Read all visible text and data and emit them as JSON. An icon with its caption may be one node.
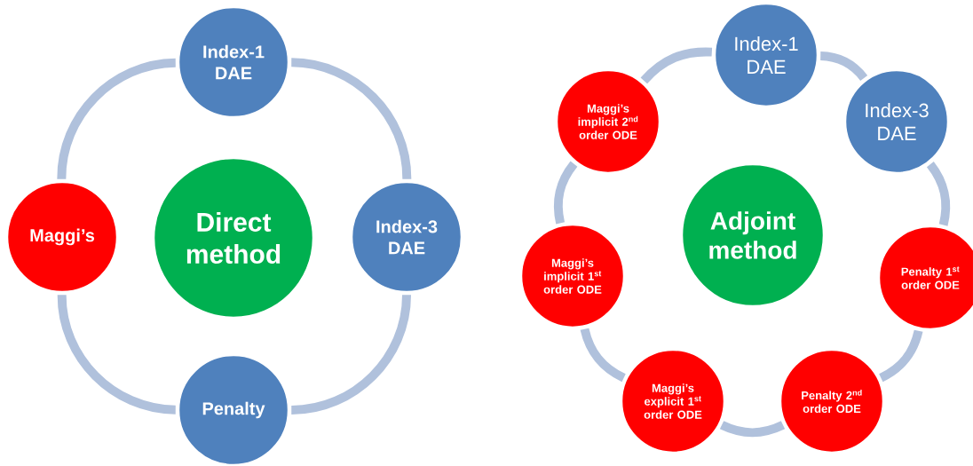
{
  "diagram": {
    "nodes": [
      {
        "text": [
          "Direct method"
        ]
      },
      {
        "text": [
          "Index-1 DAE"
        ]
      },
      {
        "text": [
          "Index-3 DAE"
        ]
      },
      {
        "text": [
          "Penalty"
        ]
      },
      {
        "text": [
          "Maggi’s"
        ]
      },
      {
        "text": [
          "Adjoint method"
        ]
      },
      {
        "text": [
          "Index-1 DAE"
        ]
      },
      {
        "text": [
          "Index-3 DAE"
        ]
      },
      {
        "text": [
          "Penalty 1$^{st}$ order ODE"
        ]
      },
      {
        "text": [
          "Penalty 2$^{nd}$ order ODE"
        ]
      },
      {
        "text": [
          "Maggi’s explicit 1$^{st}$ order ODE"
        ]
      },
      {
        "text": [
          "Maggi’s implicit 1$^{st}$ order ODE"
        ]
      },
      {
        "text": [
          "Maggi’s implicit 2$^{nd}$ order ODE"
        ]
      }
    ],
    "edges": [
      {
        "from": 1,
        "to": 2,
        "arrow": "none"
      },
      {
        "from": 2,
        "to": 3,
        "arrow": "none"
      },
      {
        "from": 3,
        "to": 4,
        "arrow": "none"
      },
      {
        "from": 4,
        "to": 1,
        "arrow": "none"
      },
      {
        "from": 6,
        "to": 7,
        "arrow": "none"
      },
      {
        "from": 7,
        "to": 8,
        "arrow": "none"
      },
      {
        "from": 8,
        "to": 9,
        "arrow": "none"
      },
      {
        "from": 9,
        "to": 10,
        "arrow": "none"
      },
      {
        "from": 10,
        "to": 11,
        "arrow": "none"
      },
      {
        "from": 11,
        "to": 12,
        "arrow": "none"
      },
      {
        "from": 12,
        "to": 6,
        "arrow": "none"
      }
    ]
  }
}
